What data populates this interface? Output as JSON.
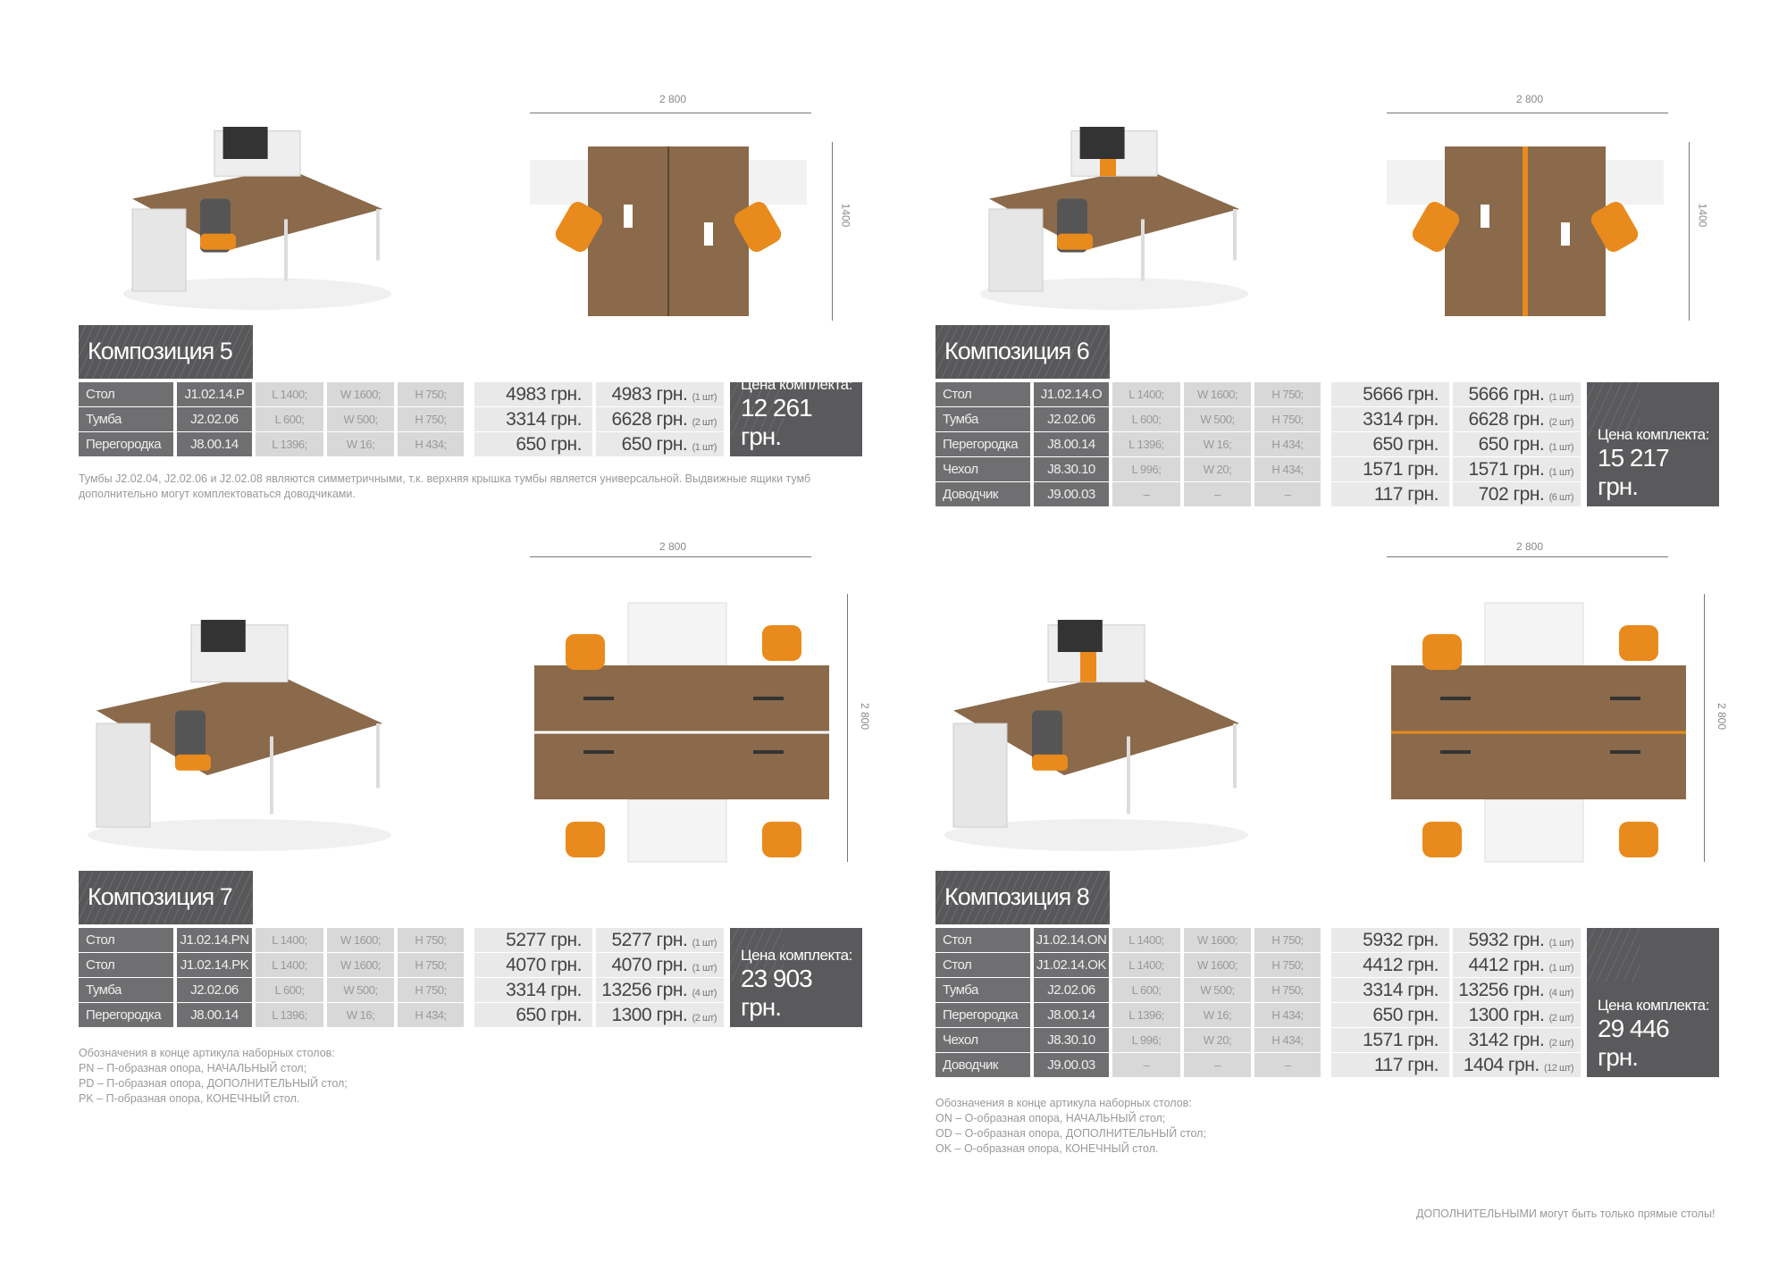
{
  "total_label": "Цена комплекта:",
  "compositions": [
    {
      "title": "Композиция 5",
      "dim_width": "2 800",
      "dim_depth": "1400",
      "rows": [
        {
          "name": "Стол",
          "code": "J1.02.14.P",
          "l": "L 1400;",
          "w": "W 1600;",
          "h": "H 750;",
          "price": "4983 грн.",
          "total": "4983 грн.",
          "qty": "(1 шт)"
        },
        {
          "name": "Тумба",
          "code": "J2.02.06",
          "l": "L 600;",
          "w": "W 500;",
          "h": "H 750;",
          "price": "3314 грн.",
          "total": "6628 грн.",
          "qty": "(2 шт)"
        },
        {
          "name": "Перегородка",
          "code": "J8.00.14",
          "l": "L 1396;",
          "w": "W 16;",
          "h": "H 434;",
          "price": "650 грн.",
          "total": "650 грн.",
          "qty": "(1 шт)"
        }
      ],
      "total": "12 261 грн.",
      "notes": [
        "Тумбы J2.02.04, J2.02.06 и J2.02.08 являются симметричными, т.к. верхняя крышка тумбы является универсальной. Выдвижные ящики тумб",
        "дополнительно могут комплектоваться доводчиками."
      ]
    },
    {
      "title": "Композиция 6",
      "dim_width": "2 800",
      "dim_depth": "1400",
      "rows": [
        {
          "name": "Стол",
          "code": "J1.02.14.O",
          "l": "L 1400;",
          "w": "W 1600;",
          "h": "H 750;",
          "price": "5666 грн.",
          "total": "5666 грн.",
          "qty": "(1 шт)"
        },
        {
          "name": "Тумба",
          "code": "J2.02.06",
          "l": "L 600;",
          "w": "W 500;",
          "h": "H 750;",
          "price": "3314 грн.",
          "total": "6628 грн.",
          "qty": "(2 шт)"
        },
        {
          "name": "Перегородка",
          "code": "J8.00.14",
          "l": "L 1396;",
          "w": "W 16;",
          "h": "H 434;",
          "price": "650 грн.",
          "total": "650 грн.",
          "qty": "(1 шт)"
        },
        {
          "name": "Чехол",
          "code": "J8.30.10",
          "l": "L 996;",
          "w": "W 20;",
          "h": "H 434;",
          "price": "1571 грн.",
          "total": "1571 грн.",
          "qty": "(1 шт)"
        },
        {
          "name": "Доводчик",
          "code": "J9.00.03",
          "l": "–",
          "w": "–",
          "h": "–",
          "price": "117 грн.",
          "total": "702 грн.",
          "qty": "(6 шт)"
        }
      ],
      "total": "15 217 грн.",
      "notes": []
    },
    {
      "title": "Композиция 7",
      "dim_width": "2 800",
      "dim_depth": "2 800",
      "rows": [
        {
          "name": "Стол",
          "code": "J1.02.14.PN",
          "l": "L 1400;",
          "w": "W 1600;",
          "h": "H 750;",
          "price": "5277 грн.",
          "total": "5277 грн.",
          "qty": "(1 шт)"
        },
        {
          "name": "Стол",
          "code": "J1.02.14.PK",
          "l": "L 1400;",
          "w": "W 1600;",
          "h": "H 750;",
          "price": "4070 грн.",
          "total": "4070 грн.",
          "qty": "(1 шт)"
        },
        {
          "name": "Тумба",
          "code": "J2.02.06",
          "l": "L 600;",
          "w": "W 500;",
          "h": "H 750;",
          "price": "3314 грн.",
          "total": "13256 грн.",
          "qty": "(4 шт)"
        },
        {
          "name": "Перегородка",
          "code": "J8.00.14",
          "l": "L 1396;",
          "w": "W 16;",
          "h": "H 434;",
          "price": "650 грн.",
          "total": "1300 грн.",
          "qty": "(2 шт)"
        }
      ],
      "total": "23 903 грн.",
      "notes": [
        "Обозначения в конце артикула наборных столов:",
        "PN – П-образная опора, НАЧАЛЬНЫЙ стол;",
        "PD – П-образная опора, ДОПОЛНИТЕЛЬНЫЙ стол;",
        "PK – П-образная опора, КОНЕЧНЫЙ стол."
      ]
    },
    {
      "title": "Композиция 8",
      "dim_width": "2 800",
      "dim_depth": "2 800",
      "rows": [
        {
          "name": "Стол",
          "code": "J1.02.14.ON",
          "l": "L 1400;",
          "w": "W 1600;",
          "h": "H 750;",
          "price": "5932 грн.",
          "total": "5932 грн.",
          "qty": "(1 шт)"
        },
        {
          "name": "Стол",
          "code": "J1.02.14.OK",
          "l": "L 1400;",
          "w": "W 1600;",
          "h": "H 750;",
          "price": "4412 грн.",
          "total": "4412 грн.",
          "qty": "(1 шт)"
        },
        {
          "name": "Тумба",
          "code": "J2.02.06",
          "l": "L 600;",
          "w": "W 500;",
          "h": "H 750;",
          "price": "3314 грн.",
          "total": "13256 грн.",
          "qty": "(4 шт)"
        },
        {
          "name": "Перегородка",
          "code": "J8.00.14",
          "l": "L 1396;",
          "w": "W 16;",
          "h": "H 434;",
          "price": "650 грн.",
          "total": "1300 грн.",
          "qty": "(2 шт)"
        },
        {
          "name": "Чехол",
          "code": "J8.30.10",
          "l": "L 996;",
          "w": "W 20;",
          "h": "H 434;",
          "price": "1571 грн.",
          "total": "3142 грн.",
          "qty": "(2 шт)"
        },
        {
          "name": "Доводчик",
          "code": "J9.00.03",
          "l": "–",
          "w": "–",
          "h": "–",
          "price": "117 грн.",
          "total": "1404 грн.",
          "qty": "(12 шт)"
        }
      ],
      "total": "29 446 грн.",
      "notes": [
        "Обозначения в конце артикула наборных столов:",
        "ON – О-образная опора, НАЧАЛЬНЫЙ стол;",
        "OD – О-образная опора, ДОПОЛНИТЕЛЬНЫЙ стол;",
        "OK – О-образная опора, КОНЕЧНЫЙ стол."
      ]
    }
  ],
  "footer_note": "ДОПОЛНИТЕЛЬНЫМИ могут быть только прямые столы!",
  "colors": {
    "wood": "#8a6a4a",
    "orange": "#e98a1c",
    "dark": "#5a5a5c"
  }
}
